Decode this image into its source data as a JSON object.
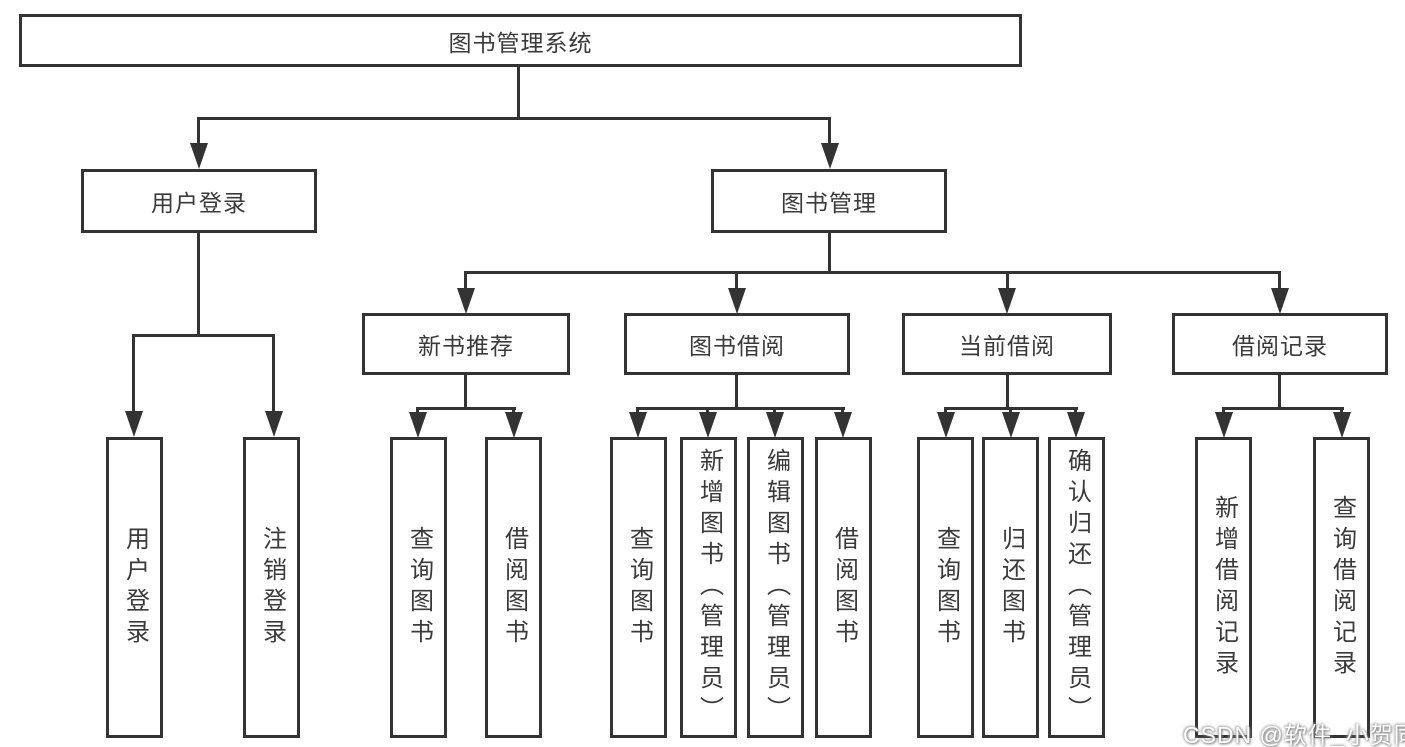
{
  "diagram": {
    "root": {
      "label": "图书管理系统"
    },
    "branches": [
      {
        "label": "用户登录",
        "children": [
          {
            "label": "用户登录"
          },
          {
            "label": "注销登录"
          }
        ]
      },
      {
        "label": "图书管理",
        "children": [
          {
            "label": "新书推荐",
            "children": [
              {
                "label": "查询图书"
              },
              {
                "label": "借阅图书"
              }
            ]
          },
          {
            "label": "图书借阅",
            "children": [
              {
                "label": "查询图书"
              },
              {
                "label": "新增图书（管理员）"
              },
              {
                "label": "编辑图书（管理员）"
              },
              {
                "label": "借阅图书"
              }
            ]
          },
          {
            "label": "当前借阅",
            "children": [
              {
                "label": "查询图书"
              },
              {
                "label": "归还图书"
              },
              {
                "label": "确认归还（管理员）"
              }
            ]
          },
          {
            "label": "借阅记录",
            "children": [
              {
                "label": "新增借阅记录"
              },
              {
                "label": "查询借阅记录"
              }
            ]
          }
        ]
      }
    ],
    "watermark": {
      "text": "CSDN @软件_小贺同学"
    },
    "colors": {
      "line": "#333333",
      "text": "#3a3a3a",
      "background": "#ffffff",
      "watermark": "#ffffff"
    }
  }
}
